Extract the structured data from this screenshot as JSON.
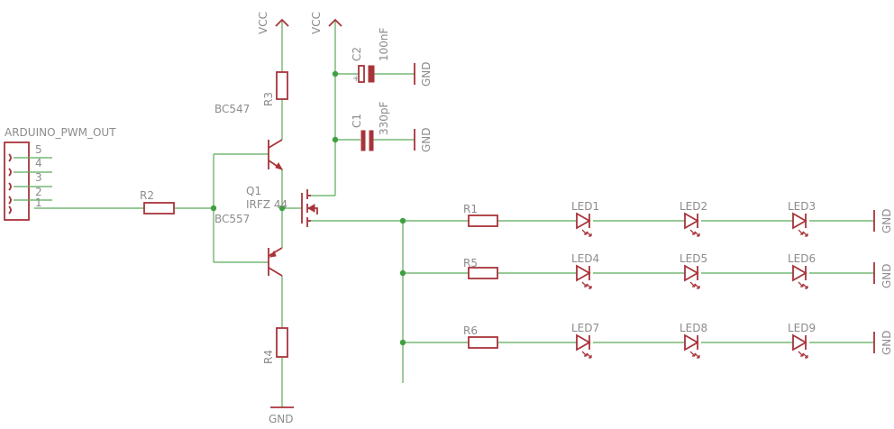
{
  "connector": {
    "name": "ARDUINO_PWM_OUT",
    "pins": [
      "5",
      "4",
      "3",
      "2",
      "1"
    ]
  },
  "power": {
    "vcc": "VCC",
    "gnd": "GND"
  },
  "parts": {
    "r1": "R1",
    "r2": "R2",
    "r3": "R3",
    "r4": "R4",
    "r5": "R5",
    "r6": "R6",
    "c1": "C1",
    "c1_value": "330pF",
    "c2": "C2",
    "c2_value": "100nF",
    "c2_polarity": "+",
    "npn": "BC547",
    "pnp": "BC557",
    "q1": "Q1",
    "q1_value": "IRFZ 44"
  },
  "leds": [
    [
      "LED1",
      "LED2",
      "LED3"
    ],
    [
      "LED4",
      "LED5",
      "LED6"
    ],
    [
      "LED7",
      "LED8",
      "LED9"
    ]
  ],
  "colors": {
    "wire": "#5aab5a",
    "part": "#a8343a",
    "text": "#8c8c8c",
    "junction": "#3fa03f"
  }
}
